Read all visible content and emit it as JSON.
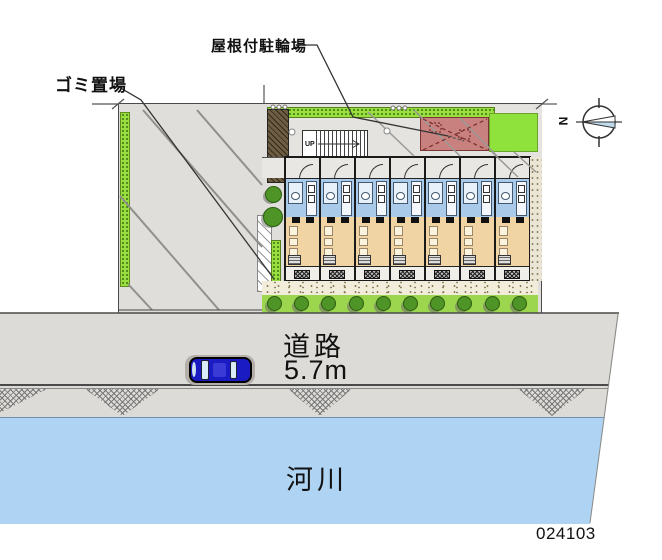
{
  "plan": {
    "labels": {
      "garbage_area": "ゴミ置場",
      "covered_bicycle_parking": "屋根付駐輪場"
    },
    "road": {
      "name": "道路",
      "width": "5.7m"
    },
    "river": {
      "name": "河川"
    },
    "drawing_number": "024103",
    "building": {
      "unit_count": 7,
      "stairs_label": "UP"
    },
    "compass": {
      "north_label": "N"
    },
    "colors": {
      "site_gray": "#DFDEDA",
      "road_gray": "#DCDBD7",
      "river_blue": "#AFD3F2",
      "room_blue": "#A9CBE9",
      "room_tan": "#F1D4A4",
      "bike_shed_pink": "#C8817E",
      "lawn_green": "#8FE23C",
      "hedge_green": "#9ADE3F",
      "bush_green": "#4E9426",
      "shrub_band_green": "#9BD64E",
      "ground_cream": "#F2EDDA",
      "soil_brown": "#6E5D42",
      "car_blue": "#1B1BC4"
    }
  }
}
